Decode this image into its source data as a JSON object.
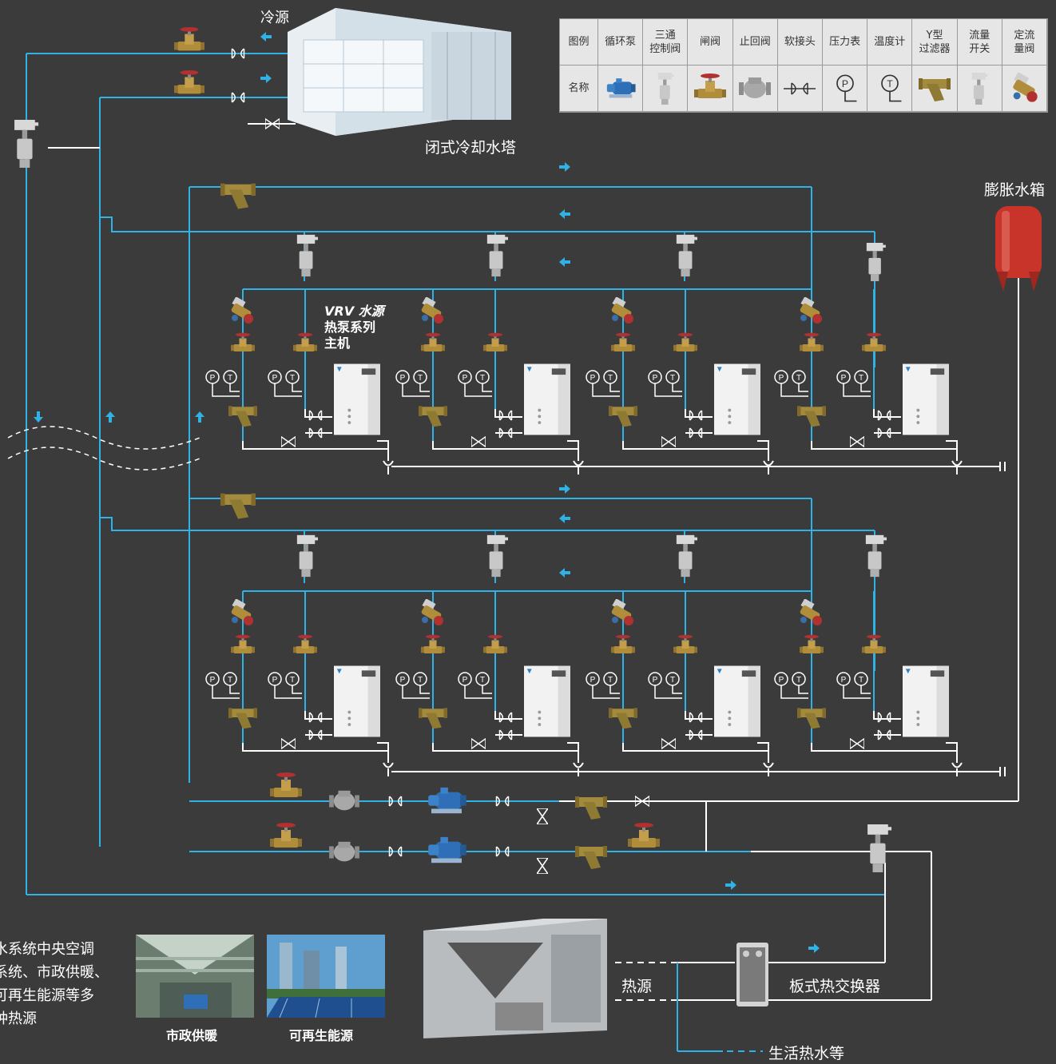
{
  "labels": {
    "cold_source": "冷源",
    "cooling_tower": "闭式冷却水塔",
    "expansion_tank": "膨胀水箱",
    "vrv_unit": [
      "VRV 水源",
      "热泵系列",
      "主机"
    ],
    "heat_source": "热源",
    "plate_exchanger": "板式热交换器",
    "domestic_hot_water": "生活热水等",
    "left_note": [
      "水系统中央空调",
      "系统、市政供暖、",
      "可再生能源等多",
      "种热源"
    ],
    "photo_district": "市政供暖",
    "photo_renewable": "可再生能源"
  },
  "legend": {
    "header_row": "图例",
    "name_row": "名称",
    "items": [
      {
        "label": "循环泵",
        "icon": "pump-icon"
      },
      {
        "label": "三通\n控制阀",
        "icon": "three-way-valve-icon"
      },
      {
        "label": "闸阀",
        "icon": "gate-valve-icon"
      },
      {
        "label": "止回阀",
        "icon": "check-valve-icon"
      },
      {
        "label": "软接头",
        "icon": "flex-joint-icon"
      },
      {
        "label": "压力表",
        "icon": "pressure-gauge-icon"
      },
      {
        "label": "温度计",
        "icon": "thermometer-icon"
      },
      {
        "label": "Y型\n过滤器",
        "icon": "y-strainer-icon"
      },
      {
        "label": "流量\n开关",
        "icon": "flow-switch-icon"
      },
      {
        "label": "定流\n量阀",
        "icon": "constant-flow-valve-icon"
      }
    ]
  },
  "colors": {
    "background": "#3b3b3b",
    "pipe_blue": "#2fb2e6",
    "pipe_white": "#ffffff",
    "arrow": "#2fb2e6",
    "valve_brass": "#b08d3a",
    "handle_red": "#b13030",
    "tank_red": "#c8342a",
    "unit_white": "#f2f2f2",
    "legend_bg": "#e6e6e6"
  }
}
